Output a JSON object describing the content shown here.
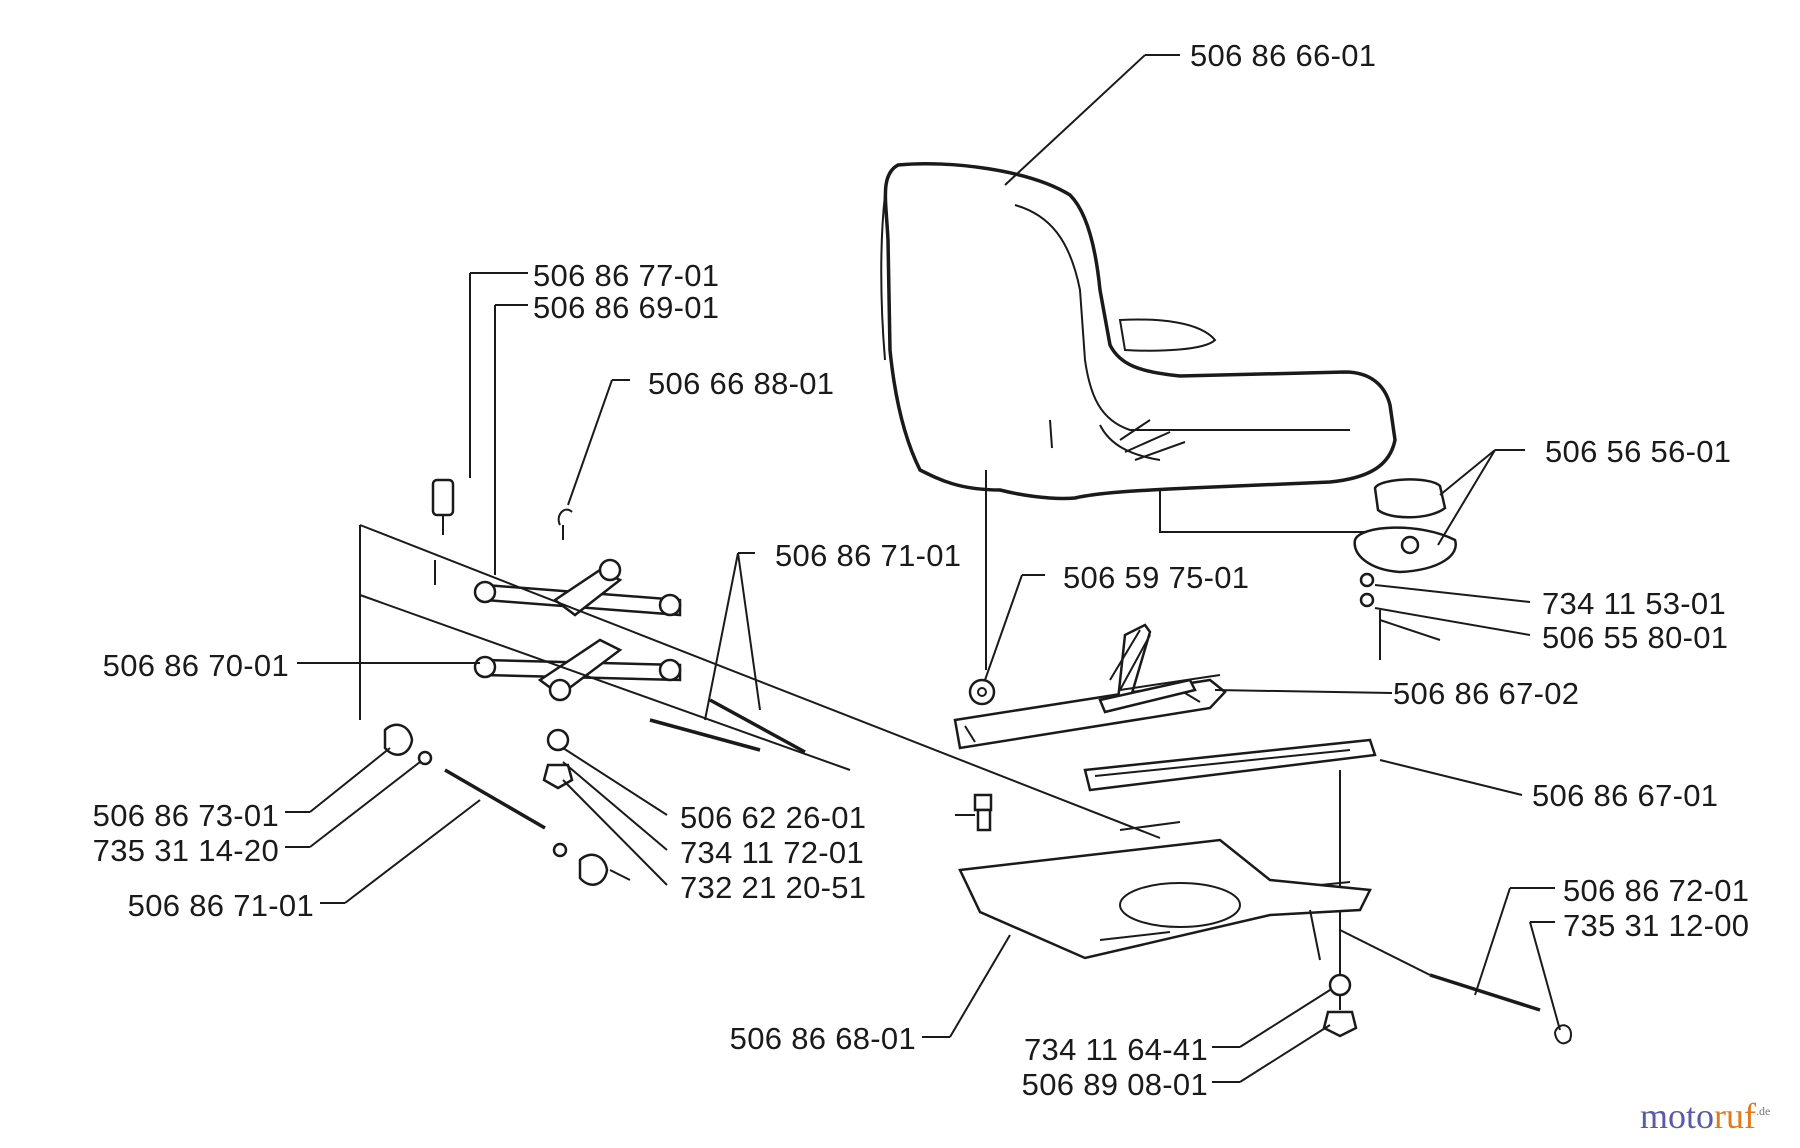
{
  "labels": {
    "p_506866601": "506 86 66-01",
    "p_506867701": "506 86 77-01",
    "p_506866901": "506 86 69-01",
    "p_506668801": "506 66 88-01",
    "p_506565601": "506 56 56-01",
    "p_506867101_top": "506 86 71-01",
    "p_506597501": "506 59 75-01",
    "p_734115301": "734 11 53-01",
    "p_506558001": "506 55 80-01",
    "p_506867001": "506 86 70-01",
    "p_506866702": "506 86 67-02",
    "p_506866701": "506 86 67-01",
    "p_506867301": "506 86 73-01",
    "p_735311420": "735 31 14-20",
    "p_506622601": "506 62 26-01",
    "p_734117201": "734 11 72-01",
    "p_732212051": "732 21 20-51",
    "p_506867101_bottom": "506 86 71-01",
    "p_506867201": "506 86 72-01",
    "p_735311200": "735 31 12-00",
    "p_506866801": "506 86 68-01",
    "p_734116441": "734 11 64-41",
    "p_506890801": "506 89 08-01"
  },
  "watermark": {
    "part1": "moto",
    "part2": "ruf",
    "suffix": ".de"
  },
  "colors": {
    "line": "#1a1a1a",
    "watermark_blue": "#5a5aa8",
    "watermark_orange": "#e07a1a"
  }
}
